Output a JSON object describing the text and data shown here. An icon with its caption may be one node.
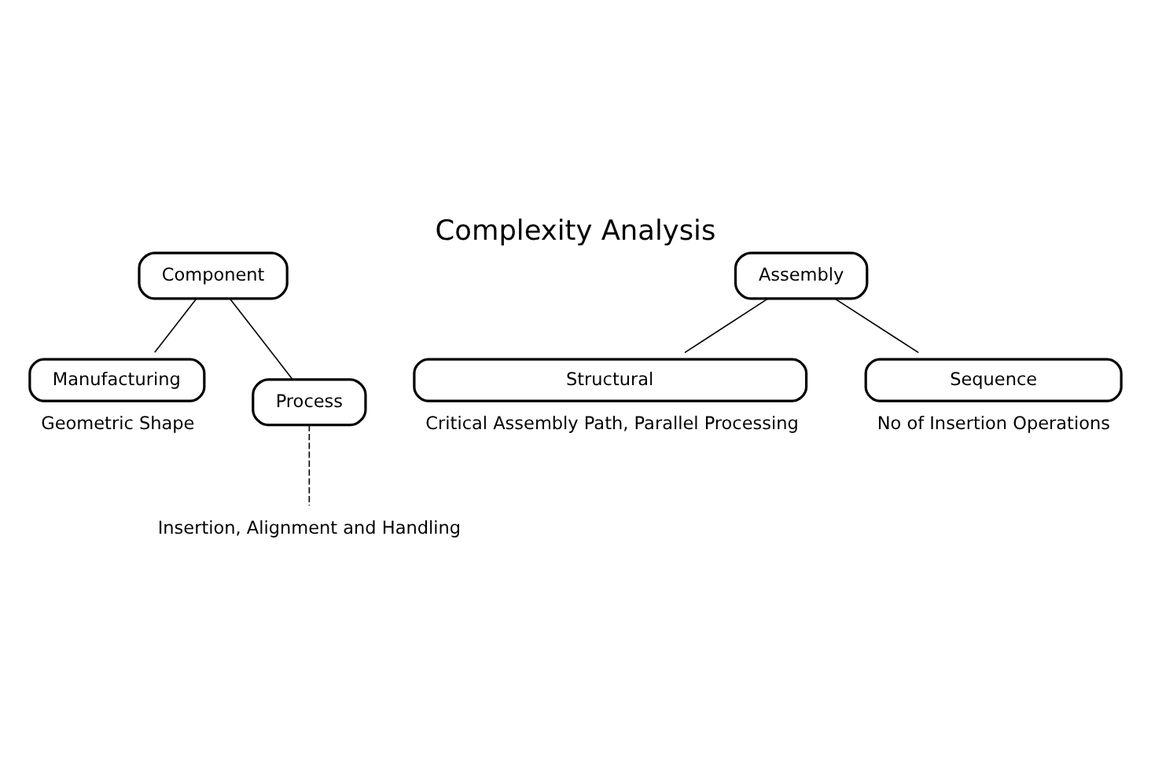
{
  "diagram": {
    "title": "Complexity Analysis",
    "nodes": [
      {
        "text": [
          "Component"
        ]
      },
      {
        "text": [
          "Assembly"
        ]
      },
      {
        "text": [
          "Manufacturing"
        ],
        "beside": [
          "Geometric Shape"
        ]
      },
      {
        "text": [
          "Process"
        ]
      },
      {
        "text": [
          "Structural"
        ],
        "beside": [
          "Critical Assembly Path, Parallel Processing"
        ]
      },
      {
        "text": [
          "Sequence"
        ],
        "beside": [
          "No of Insertion Operations"
        ]
      },
      {
        "text": [
          "Insertion, Alignment and Handling"
        ]
      }
    ],
    "edges": [
      {
        "from": 0,
        "to": 2,
        "arrow": "none"
      },
      {
        "from": 0,
        "to": 3,
        "arrow": "none"
      },
      {
        "from": 1,
        "to": 4,
        "arrow": "none"
      },
      {
        "from": 1,
        "to": 5,
        "arrow": "none"
      },
      {
        "from": 3,
        "to": 6,
        "arrow": "none",
        "style": "dashed"
      }
    ]
  }
}
